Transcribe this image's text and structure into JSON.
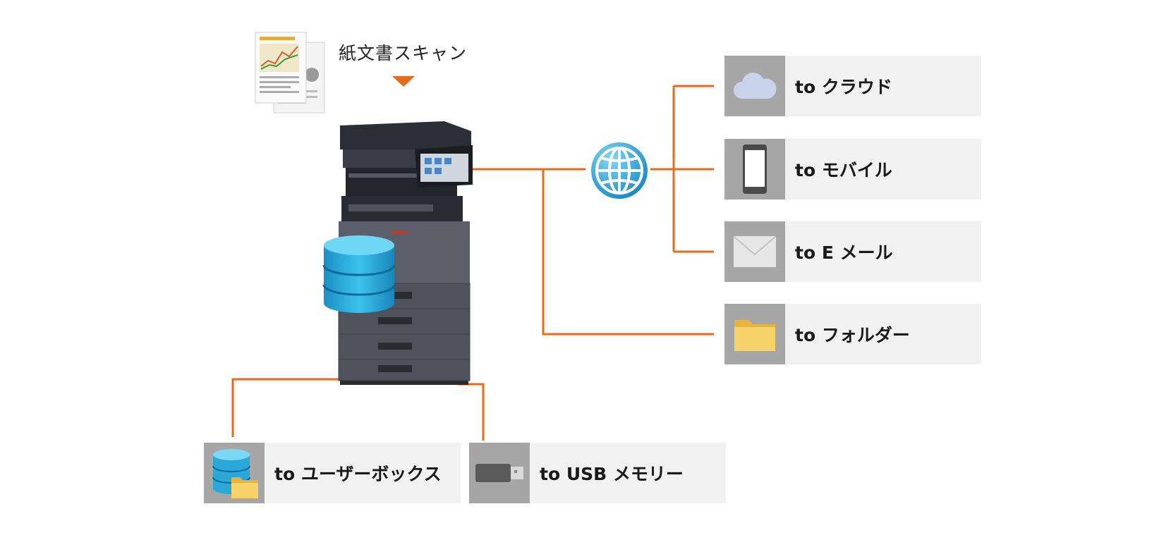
{
  "scan": {
    "label": "紙文書スキャン"
  },
  "colors": {
    "connector": "#e86a1a",
    "icon_cell": "#a6a6a6",
    "box_bg": "#f1f1f1",
    "accent_blue": "#2aa8d8"
  },
  "destinations": {
    "cloud": {
      "label": "to クラウド",
      "icon": "cloud-icon"
    },
    "mobile": {
      "label": "to モバイル",
      "icon": "smartphone-icon"
    },
    "email": {
      "label": "to E メール",
      "icon": "envelope-icon"
    },
    "folder": {
      "label": "to フォルダー",
      "icon": "folder-icon"
    },
    "userbox": {
      "label": "to ユーザーボックス",
      "icon": "database-folder-icon"
    },
    "usb": {
      "label": "to USB メモリー",
      "icon": "usb-stick-icon"
    }
  }
}
